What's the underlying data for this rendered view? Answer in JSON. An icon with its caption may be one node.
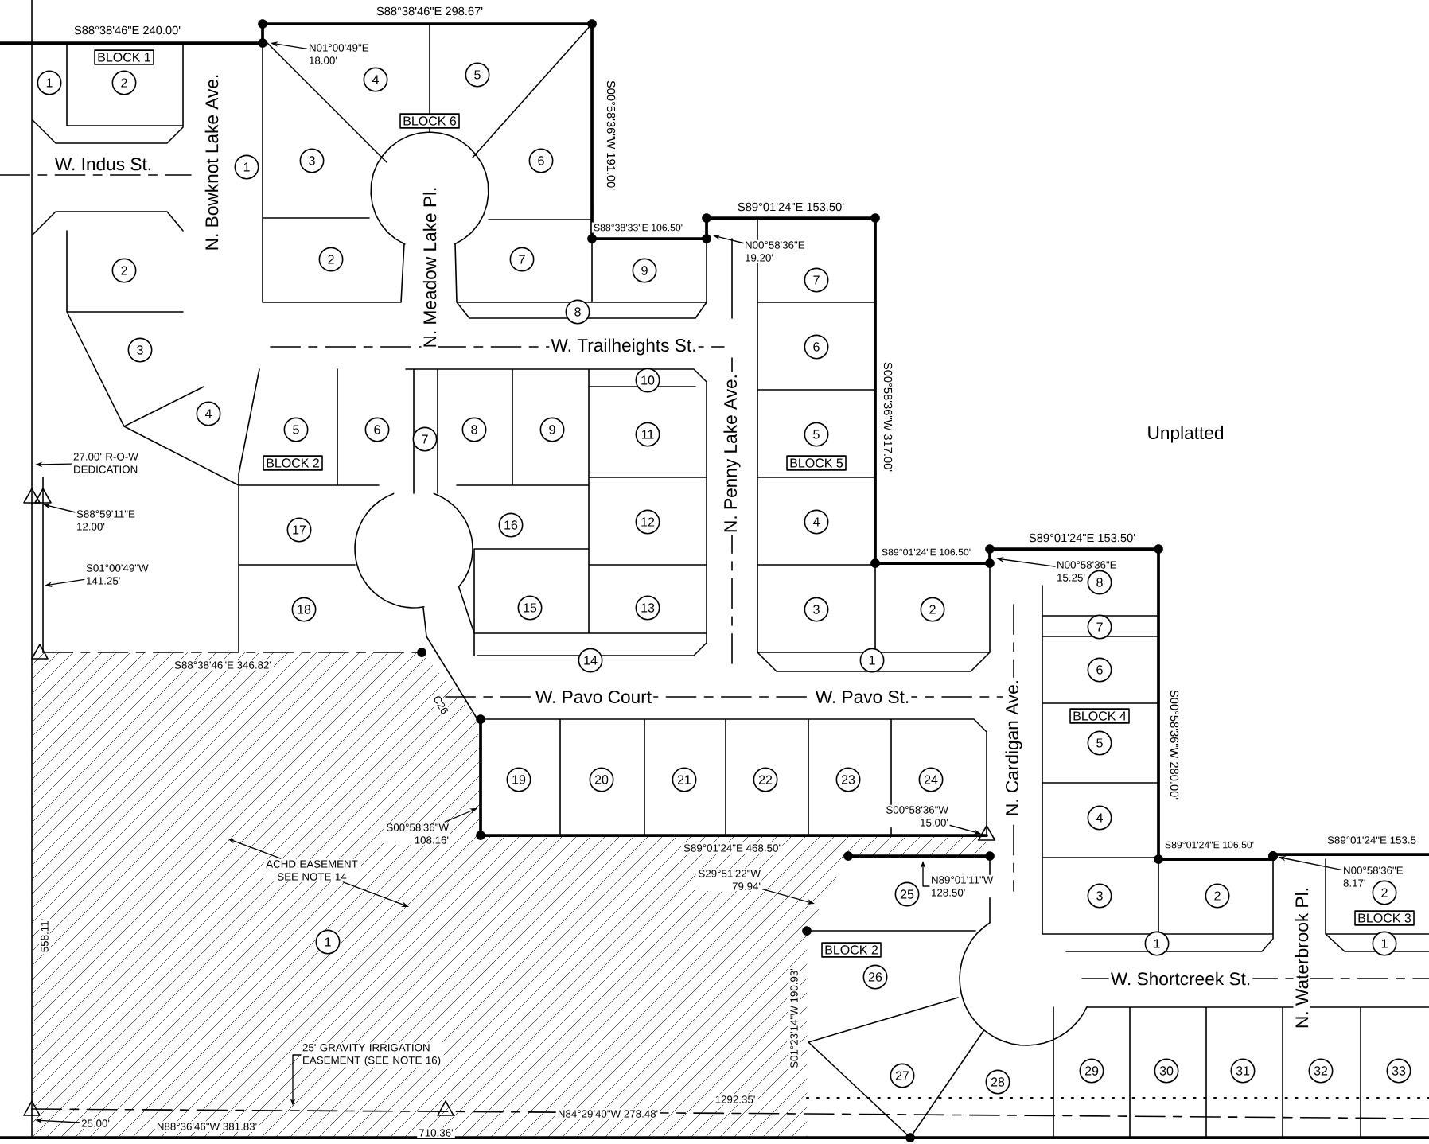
{
  "diagram": {
    "nodes": [
      {
        "text": [
          "1"
        ]
      },
      {
        "text": [
          "2"
        ]
      },
      {
        "text": [
          "BLOCK 1"
        ]
      },
      {
        "text": [
          "N01°00'49\"E 18.00'"
        ]
      },
      {
        "text": [
          "4"
        ]
      },
      {
        "text": [
          "5"
        ]
      },
      {
        "text": [
          "BLOCK 6"
        ]
      },
      {
        "text": [
          "1"
        ]
      },
      {
        "text": [
          "3"
        ]
      },
      {
        "text": [
          "6"
        ]
      },
      {
        "text": [
          "2"
        ]
      },
      {
        "text": [
          "7"
        ]
      },
      {
        "text": [
          "9"
        ]
      },
      {
        "text": [
          "N00°58'36\"E 19.20'"
        ]
      },
      {
        "text": [
          "7"
        ]
      },
      {
        "text": [
          "2"
        ]
      },
      {
        "text": [
          "8"
        ]
      },
      {
        "text": [
          "3"
        ]
      },
      {
        "text": [
          "6"
        ]
      },
      {
        "text": [
          "10"
        ]
      },
      {
        "text": [
          "4"
        ]
      },
      {
        "text": [
          "5"
        ]
      },
      {
        "text": [
          "6"
        ]
      },
      {
        "text": [
          "7"
        ]
      },
      {
        "text": [
          "8"
        ]
      },
      {
        "text": [
          "9"
        ]
      },
      {
        "text": [
          "11"
        ]
      },
      {
        "text": [
          "5"
        ]
      },
      {
        "text": [
          "BLOCK 2"
        ]
      },
      {
        "text": [
          "BLOCK 5"
        ]
      },
      {
        "text": [
          "27.00' R-O-W DEDICATION"
        ]
      },
      {
        "text": [
          "S88°59'11\"E 12.00'"
        ]
      },
      {
        "text": [
          "17"
        ]
      },
      {
        "text": [
          "16"
        ]
      },
      {
        "text": [
          "12"
        ]
      },
      {
        "text": [
          "4"
        ]
      },
      {
        "text": [
          "S01°00'49\"W 141.25'"
        ]
      },
      {
        "text": [
          "N00°58'36\"E 15.25'"
        ]
      },
      {
        "text": [
          "8"
        ]
      },
      {
        "text": [
          "18"
        ]
      },
      {
        "text": [
          "15"
        ]
      },
      {
        "text": [
          "13"
        ]
      },
      {
        "text": [
          "3"
        ]
      },
      {
        "text": [
          "2"
        ]
      },
      {
        "text": [
          "7"
        ]
      },
      {
        "text": [
          "14"
        ]
      },
      {
        "text": [
          "1"
        ]
      },
      {
        "text": [
          "6"
        ]
      },
      {
        "text": [
          "BLOCK 4"
        ]
      },
      {
        "text": [
          "5"
        ]
      },
      {
        "text": [
          "19"
        ]
      },
      {
        "text": [
          "20"
        ]
      },
      {
        "text": [
          "21"
        ]
      },
      {
        "text": [
          "22"
        ]
      },
      {
        "text": [
          "23"
        ]
      },
      {
        "text": [
          "24"
        ]
      },
      {
        "text": [
          "S00°58'36\"W 108.16'"
        ]
      },
      {
        "text": [
          "S00°58'36\"W 15.00'"
        ]
      },
      {
        "text": [
          "4"
        ]
      },
      {
        "text": [
          "ACHD EASEMENT SEE NOTE 14"
        ]
      },
      {
        "text": [
          "S29°51'22\"W 79.94'"
        ]
      },
      {
        "text": [
          "N89°01'11\"W 128.50'"
        ]
      },
      {
        "text": [
          "25"
        ]
      },
      {
        "text": [
          "3"
        ]
      },
      {
        "text": [
          "2"
        ]
      },
      {
        "text": [
          "N00°58'36\"E 8.17'"
        ]
      },
      {
        "text": [
          "2"
        ]
      },
      {
        "text": [
          "BLOCK 3"
        ]
      },
      {
        "text": [
          "1"
        ]
      },
      {
        "text": [
          "1"
        ]
      },
      {
        "text": [
          "1"
        ]
      },
      {
        "text": [
          "BLOCK 2"
        ]
      },
      {
        "text": [
          "26"
        ]
      },
      {
        "text": [
          "25' GRAVITY IRRIGATION EASEMENT (SEE NOTE 16)"
        ]
      },
      {
        "text": [
          "27"
        ]
      },
      {
        "text": [
          "28"
        ]
      },
      {
        "text": [
          "29"
        ]
      },
      {
        "text": [
          "30"
        ]
      },
      {
        "text": [
          "31"
        ]
      },
      {
        "text": [
          "32"
        ]
      },
      {
        "text": [
          "33"
        ]
      },
      {
        "text": [
          "25.00'"
        ]
      },
      {
        "text": [],
        "shape": "triangle"
      },
      {
        "text": [],
        "shape": "circle"
      }
    ],
    "edges": [
      {
        "from": 3,
        "to": null,
        "arrow": "to"
      },
      {
        "from": 13,
        "to": null,
        "arrow": "to"
      },
      {
        "from": 37,
        "to": null,
        "arrow": "to"
      },
      {
        "from": 30,
        "to": null,
        "arrow": "to"
      },
      {
        "from": 31,
        "to": null,
        "arrow": "to"
      },
      {
        "from": 36,
        "to": null,
        "arrow": "to"
      },
      {
        "from": 56,
        "to": null,
        "arrow": "to"
      },
      {
        "from": 57,
        "to": 82,
        "arrow": "to"
      },
      {
        "from": 59,
        "to": null,
        "arrow": "to"
      },
      {
        "from": 59,
        "to": null,
        "arrow": "to"
      },
      {
        "from": 60,
        "to": null,
        "arrow": "to"
      },
      {
        "from": 61,
        "to": null,
        "arrow": "to"
      },
      {
        "from": 65,
        "to": 83,
        "arrow": "to"
      },
      {
        "from": 73,
        "to": null,
        "arrow": "to"
      },
      {
        "from": 81,
        "to": null,
        "arrow": "to"
      }
    ],
    "labels": [
      "S88°38'46\"E 298.67'",
      "S88°38'46\"E 240.00'",
      "W. Indus St.",
      "N. Bowknot Lake Ave.",
      "S00°58'36\"W 191.00'",
      "N. Meadow Lake Pl.",
      "S88°38'33\"E 106.50'",
      "S89°01'24\"E 153.50'",
      "W. Trailheights St.",
      "N. Penny Lake Ave.",
      "S00°58'36\"W 317.00'",
      "Unplatted",
      "S89°01'24\"E 153.50'",
      "S89°01'24\"E 106.50'",
      "S00°58'36\"W 280.00'",
      "S88°38'46\"E 346.82'",
      "W. Pavo Court",
      "W. Pavo St.",
      "C26",
      "N. Cardigan Ave.",
      "558.11'",
      "S89°01'24\"E 468.50'",
      "S89°01'24\"E 106.50'",
      "S89°01'24\"E 153.5",
      "W. Shortcreek St.",
      "N. Waterbrook Pl.",
      "S01°23'14\"W 190.93'",
      "1292.35'",
      "N88°36'46\"W 381.83'",
      "N84°29'40\"W 278.48'",
      "710.36'"
    ]
  }
}
